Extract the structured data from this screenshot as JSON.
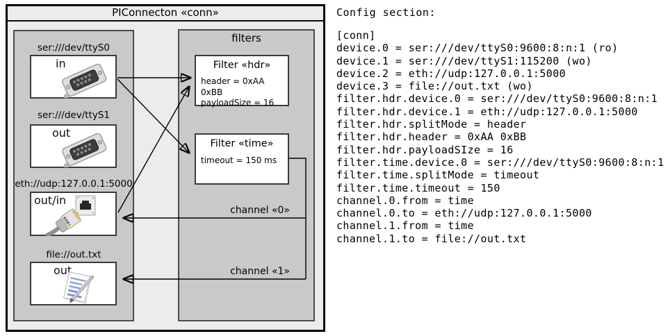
{
  "diagram": {
    "title": "PIConnecton «conn»",
    "filters_panel_label": "filters",
    "devices": [
      {
        "url": "ser:///dev/ttyS0",
        "port": "in",
        "icon": "serial-connector-icon"
      },
      {
        "url": "ser:///dev/ttyS1",
        "port": "out",
        "icon": "serial-connector-icon"
      },
      {
        "url": "eth://udp:127.0.0.1:5000",
        "port": "out/in",
        "icon": "ethernet-connector-icon"
      },
      {
        "url": "file://out.txt",
        "port": "out",
        "icon": "notepad-icon"
      }
    ],
    "filters": [
      {
        "title": "Filter «hdr»",
        "attr1": "header = 0xAA 0xBB",
        "attr2": "payloadSize = 16"
      },
      {
        "title": "Filter «time»",
        "attr1": "timeout = 150 ms",
        "attr2": ""
      }
    ],
    "channels": [
      {
        "label": "channel «0»"
      },
      {
        "label": "channel «1»"
      }
    ]
  },
  "config": {
    "heading": "Config section:",
    "lines": [
      "[conn]",
      "device.0 = ser:///dev/ttyS0:9600:8:n:1 (ro)",
      "device.1 = ser:///dev/ttyS1:115200 (wo)",
      "device.2 = eth://udp:127.0.0.1:5000",
      "device.3 = file://out.txt (wo)",
      "filter.hdr.device.0 = ser:///dev/ttyS0:9600:8:n:1",
      "filter.hdr.device.1 = eth://udp:127.0.0.1:5000",
      "filter.hdr.splitMode = header",
      "filter.hdr.header = 0xAA 0xBB",
      "filter.hdr.payloadSIze = 16",
      "filter.time.device.0 = ser:///dev/ttyS0:9600:8:n:1",
      "filter.time.splitMode = timeout",
      "filter.time.timeout = 150",
      "channel.0.from = time",
      "channel.0.to = eth://udp:127.0.0.1:5000",
      "channel.1.from = time",
      "channel.1.to = file://out.txt"
    ]
  },
  "colors": {
    "outer_fill": "#ececec",
    "panel_fill": "#c9c9c9",
    "panel_border": "#4b4b4b",
    "box_border": "#3a3a3a",
    "line": "#000000"
  }
}
